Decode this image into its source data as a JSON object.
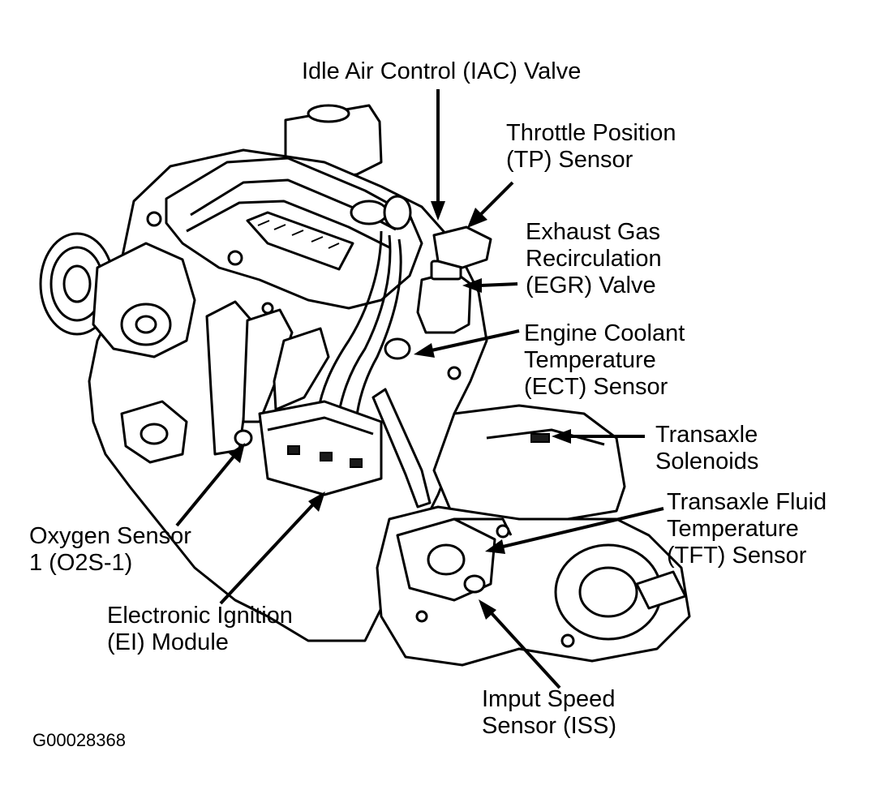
{
  "labels": {
    "iac": [
      "Idle Air Control (IAC) Valve"
    ],
    "tp": [
      "Throttle Position",
      "(TP) Sensor"
    ],
    "egr": [
      "Exhaust Gas",
      "Recirculation",
      "(EGR) Valve"
    ],
    "ect": [
      "Engine Coolant",
      "Temperature",
      "(ECT) Sensor"
    ],
    "sol": [
      "Transaxle",
      "Solenoids"
    ],
    "tft": [
      "Transaxle Fluid",
      "Temperature",
      "(TFT) Sensor"
    ],
    "o2s": [
      "Oxygen Sensor",
      "1 (O2S-1)"
    ],
    "ei": [
      "Electronic Ignition",
      "(EI) Module"
    ],
    "iss": [
      "Imput Speed",
      "Sensor (ISS)"
    ]
  },
  "figure_code": "G00028368"
}
